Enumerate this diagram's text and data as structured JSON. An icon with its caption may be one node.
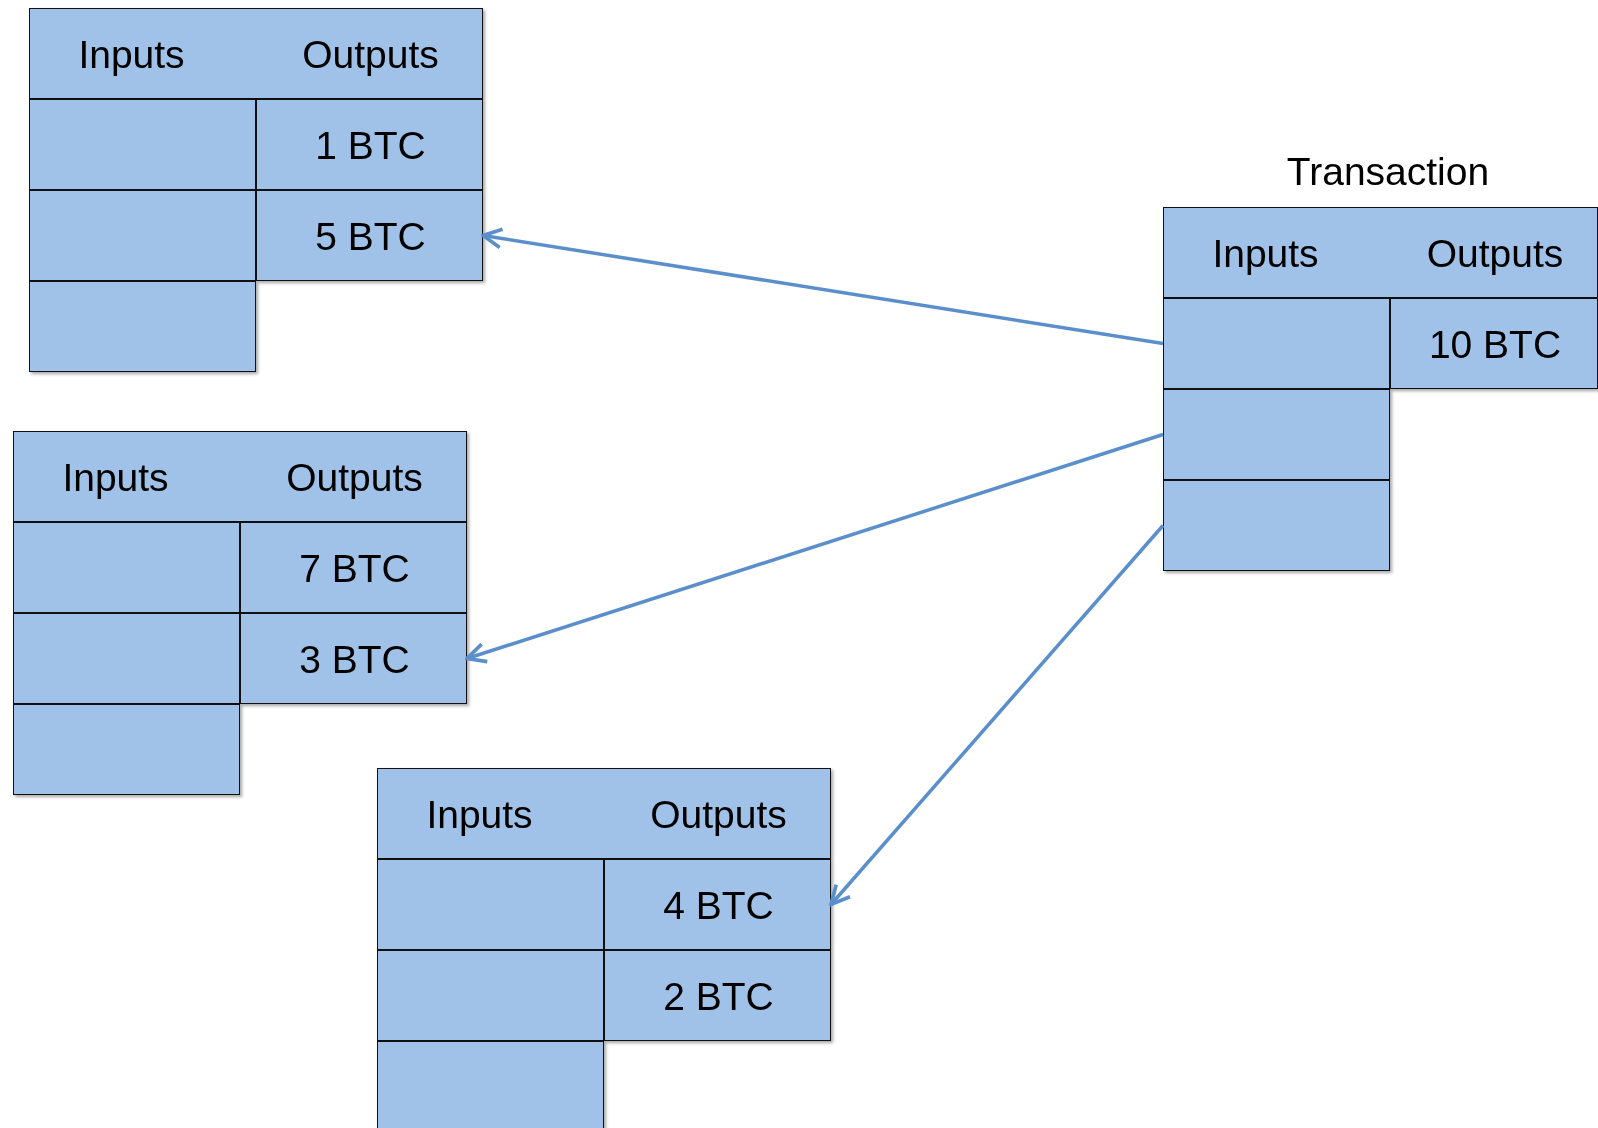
{
  "diagram": {
    "nodes": [
      {
        "text": [
          "Inputs",
          "Outputs"
        ]
      },
      {
        "text": [],
        "shape": "box"
      },
      {
        "text": [
          "1 BTC"
        ]
      },
      {
        "text": [],
        "shape": "box"
      },
      {
        "text": [
          "5 BTC"
        ]
      },
      {
        "text": [],
        "shape": "box"
      },
      {
        "text": [
          "Inputs",
          "Outputs"
        ],
        "beside": [
          "Transaction"
        ]
      },
      {
        "text": [],
        "shape": "box"
      },
      {
        "text": [
          "10 BTC"
        ]
      },
      {
        "text": [],
        "shape": "box"
      },
      {
        "text": [],
        "shape": "box"
      },
      {
        "text": [
          "Inputs",
          "Outputs"
        ]
      },
      {
        "text": [],
        "shape": "box"
      },
      {
        "text": [
          "7 BTC"
        ]
      },
      {
        "text": [],
        "shape": "box"
      },
      {
        "text": [
          "3 BTC"
        ]
      },
      {
        "text": [],
        "shape": "box"
      },
      {
        "text": [
          "Inputs",
          "Outputs"
        ]
      },
      {
        "text": [],
        "shape": "box"
      },
      {
        "text": [
          "4 BTC"
        ]
      },
      {
        "text": [],
        "shape": "box"
      },
      {
        "text": [
          "2 BTC"
        ]
      },
      {
        "text": [],
        "shape": "box"
      }
    ],
    "edges": [
      {
        "from": 7,
        "to": 4,
        "arrow": "to"
      },
      {
        "from": 9,
        "to": 15,
        "arrow": "to"
      },
      {
        "from": 10,
        "to": 19,
        "arrow": "to"
      }
    ]
  }
}
